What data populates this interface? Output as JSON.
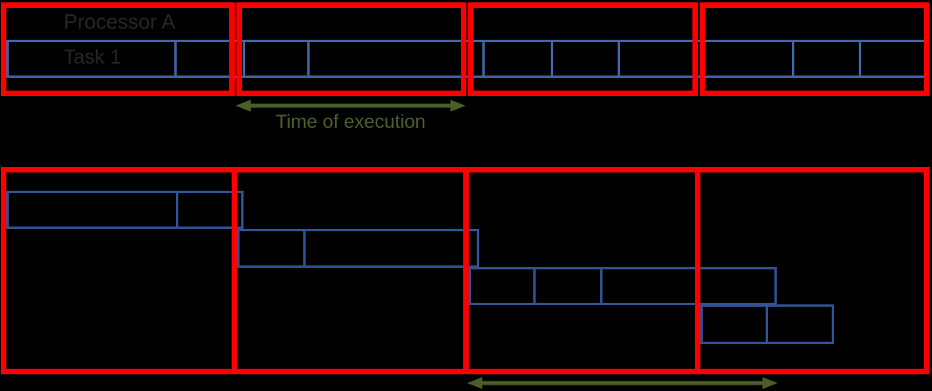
{
  "colors": {
    "background": "#000000",
    "frame-red": "#fe0000",
    "band-blue": "#3e63a8",
    "box-blue": "#2e5293",
    "arrow-green": "#4a5f27",
    "text-dark": "#262626"
  },
  "icons": {
    "time-arrow": "double-headed-horizontal-arrow"
  },
  "sequential_timeline": {
    "processor_label": "Processor A",
    "task_label": "Task 1",
    "time_arrow_label": "Time of execution",
    "frame_count": 4,
    "segment_count": 10
  },
  "pipelined_timeline": {
    "frame_count": 4,
    "task_row_count": 4,
    "block_count": 9
  }
}
